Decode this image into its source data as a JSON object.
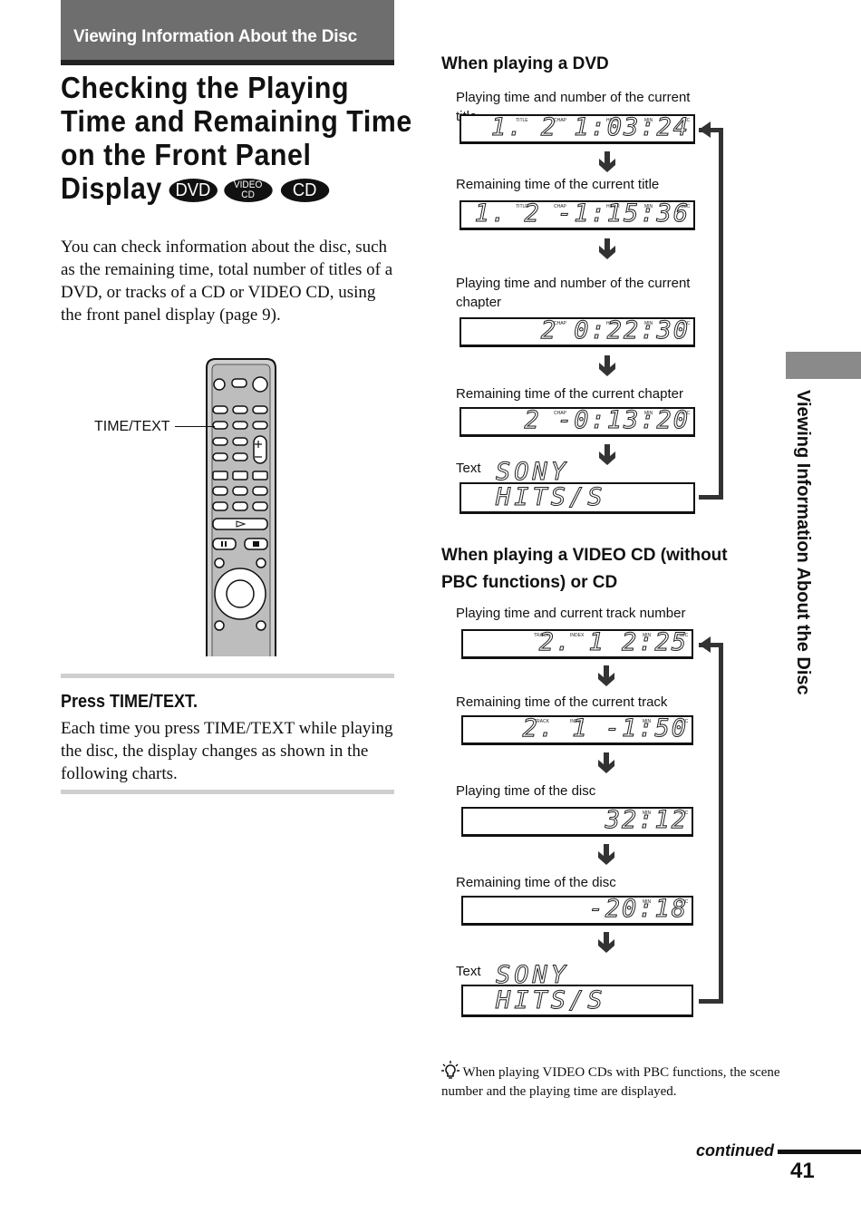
{
  "header": {
    "section": "Viewing Information About the Disc"
  },
  "title": {
    "lines": [
      "Checking the Playing",
      "Time and Remaining Time",
      "on the Front Panel",
      "Display"
    ],
    "badges": {
      "dvd": "DVD",
      "vcd_top": "VIDEO",
      "vcd_bottom": "CD",
      "cd": "CD"
    }
  },
  "intro": "You can check information about the disc, such as the remaining time, total number of titles of a DVD, or tracks of a CD or VIDEO CD, using the front panel display (page 9).",
  "remote": {
    "label": "TIME/TEXT"
  },
  "step": {
    "title": "Press TIME/TEXT.",
    "body": "Each time you press TIME/TEXT while playing the disc, the display changes as shown in the following charts."
  },
  "dvd": {
    "heading": "When playing a DVD",
    "items": [
      {
        "caption": "Playing time and number of the current title",
        "digits": "1.  2   1:03:24"
      },
      {
        "caption": "Remaining time of the current title",
        "digits": "1.  2  -1:15:36"
      },
      {
        "caption": "Playing time and number of the current chapter",
        "digits": "2   0:22:30"
      },
      {
        "caption": "Remaining time of the current chapter",
        "digits": "2  -0:13:20"
      },
      {
        "caption": "Text",
        "digits": "SONY HITS/S"
      }
    ]
  },
  "vcd": {
    "heading": "When playing a VIDEO CD (without PBC functions) or CD",
    "items": [
      {
        "caption": "Playing time and current track number",
        "digits": "2.  1    2:25"
      },
      {
        "caption": "Remaining time of the current track",
        "digits": "2.  1   -1:50"
      },
      {
        "caption": "Playing time of the disc",
        "digits": "32:12"
      },
      {
        "caption": "Remaining time of the disc",
        "digits": "-20:18"
      },
      {
        "caption": "Text",
        "digits": "SONY HITS/S"
      }
    ]
  },
  "lcd_labels": {
    "title": "TITLE",
    "chap": "CHAP",
    "hour": "HOUR",
    "min": "MIN",
    "sec": "SEC",
    "track": "TRACK",
    "index": "INDEX"
  },
  "tip": "When playing VIDEO CDs with PBC functions, the scene number and the playing time are displayed.",
  "side_tab": "Viewing Information About the Disc",
  "footer": {
    "continued": "continued",
    "page": "41"
  }
}
